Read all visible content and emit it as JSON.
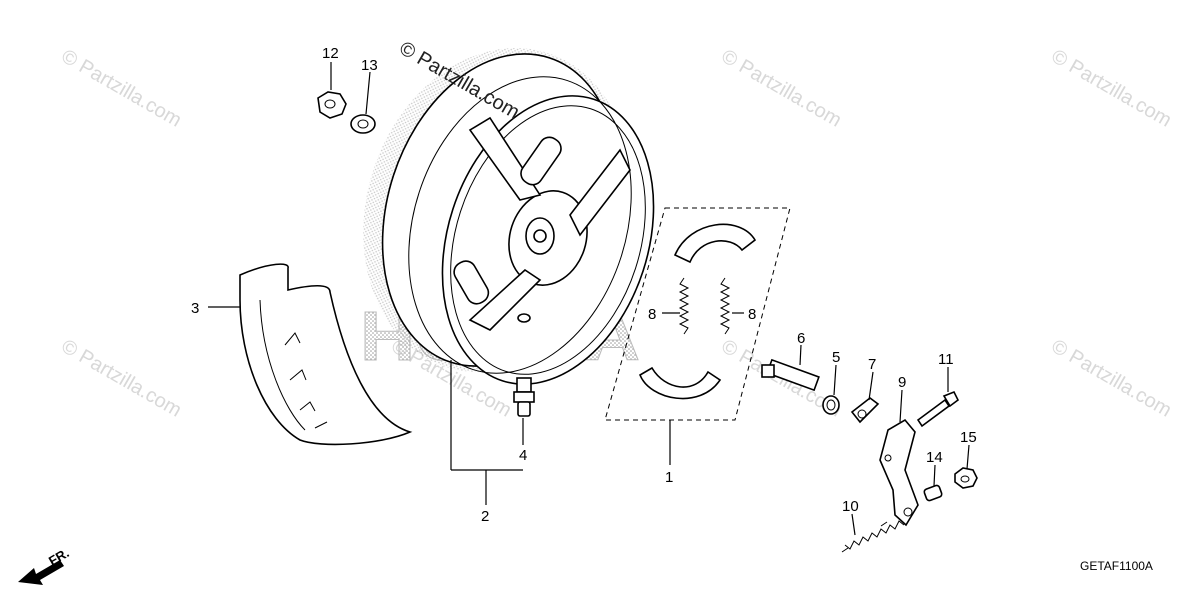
{
  "diagram": {
    "code": "GETAF1100A",
    "front_label": "FR.",
    "watermark_text": "© Partzilla.com",
    "background_brand": "HONDA",
    "callouts": [
      {
        "id": "1",
        "label": "1"
      },
      {
        "id": "2",
        "label": "2"
      },
      {
        "id": "3",
        "label": "3"
      },
      {
        "id": "4",
        "label": "4"
      },
      {
        "id": "5",
        "label": "5"
      },
      {
        "id": "6",
        "label": "6"
      },
      {
        "id": "7",
        "label": "7"
      },
      {
        "id": "8a",
        "label": "8"
      },
      {
        "id": "8b",
        "label": "8"
      },
      {
        "id": "9",
        "label": "9"
      },
      {
        "id": "10",
        "label": "10"
      },
      {
        "id": "11",
        "label": "11"
      },
      {
        "id": "12",
        "label": "12"
      },
      {
        "id": "13",
        "label": "13"
      },
      {
        "id": "14",
        "label": "14"
      },
      {
        "id": "15",
        "label": "15"
      }
    ]
  }
}
